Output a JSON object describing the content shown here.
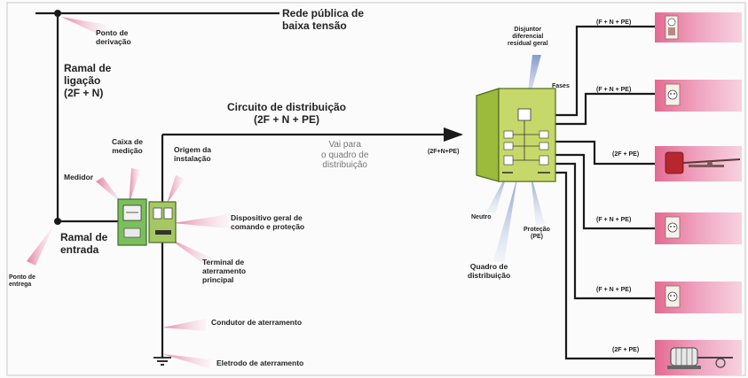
{
  "labels": {
    "rede_publica": "Rede pública de\nbaixa tensão",
    "ponto_derivacao": "Ponto de\nderivação",
    "ramal_ligacao": "Ramal de\nligação\n(2F + N)",
    "circuito_distribuicao": "Circuito de distribuição\n(2F + N + PE)",
    "vai_para": "Vai para\no quadro de\ndistribuição",
    "caixa_medicao": "Caixa de\nmedição",
    "medidor": "Medidor",
    "origem_instalacao": "Origem da\ninstalação",
    "dispositivo_geral": "Dispositivo geral de\ncomando e proteção",
    "ramal_entrada": "Ramal de\nentrada",
    "ponto_entrega": "Ponto de\nentrega",
    "terminal_aterramento": "Terminal de\naterramento\nprincipal",
    "condutor_aterramento": "Condutor de aterramento",
    "eletrodo_aterramento": "Eletrodo de aterramento",
    "disjuntor_dr": "Disjuntor\ndiferencial\nresidual geral",
    "fases": "Fases",
    "entrada_quadro": "(2F+N+PE)",
    "neutro": "Neutro",
    "protecao": "Proteção\n(PE)",
    "quadro_distribuicao": "Quadro de\ndistribuição"
  },
  "circuits": [
    {
      "label": "(F + N + PE)",
      "device": "lamp"
    },
    {
      "label": "(F + N + PE)",
      "device": "outlet"
    },
    {
      "label": "(2F + PE)",
      "device": "pump"
    },
    {
      "label": "(F + N + PE)",
      "device": "outlet"
    },
    {
      "label": "(F + N + PE)",
      "device": "outlet"
    },
    {
      "label": "(2F + PE)",
      "device": "motor"
    }
  ],
  "colors": {
    "panel_green": "#b8cc5a",
    "meter_green": "#7bbf5a",
    "device_pink": "#e05a86",
    "pointer_pink": "#e8a6bf",
    "pointer_blue": "#9eb2d8",
    "wire": "#1a1a1a"
  }
}
